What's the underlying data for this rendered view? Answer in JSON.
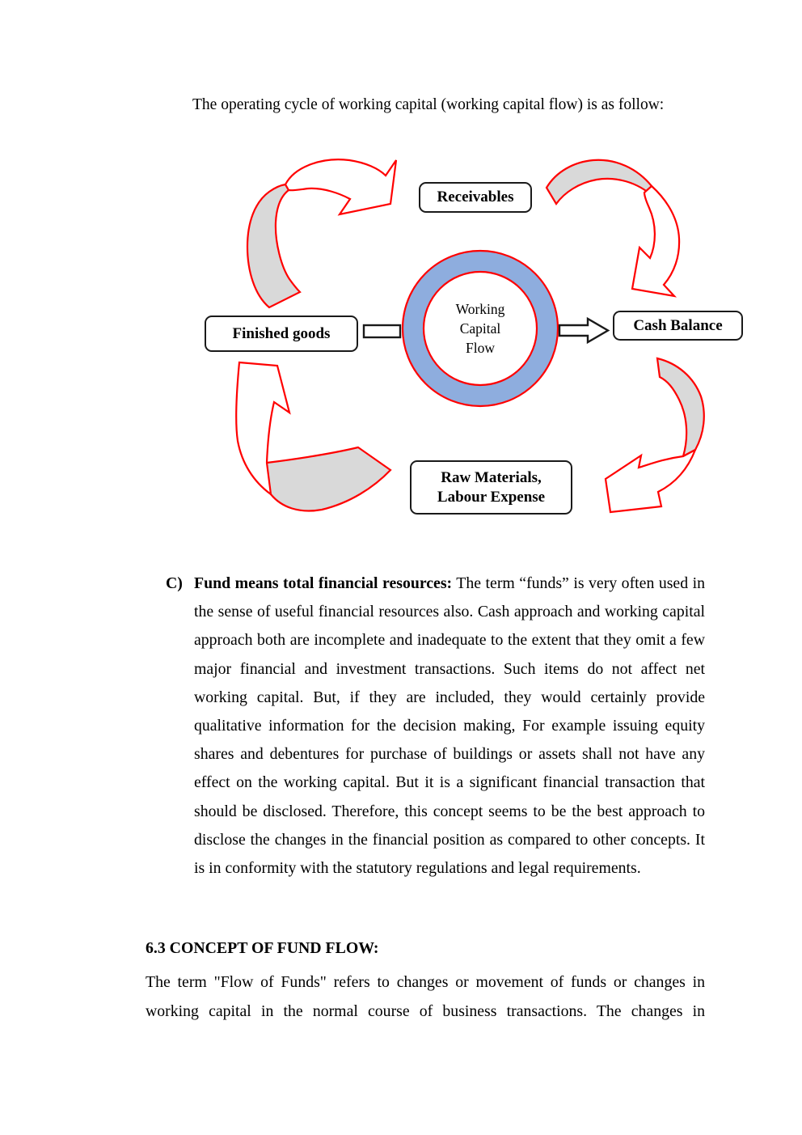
{
  "document": {
    "intro_line": "The operating cycle of working capital (working capital flow) is as follow:",
    "section_c": {
      "marker": "C)",
      "lead": "Fund means total financial resources:",
      "body": " The term “funds” is very often used in the sense of useful financial resources also. Cash approach and working capital approach both are incomplete and inadequate to the extent that they omit a few major financial and investment transactions. Such items do not affect net working capital. But, if they are included, they would certainly provide qualitative information for the decision making, For example issuing equity shares and debentures for purchase of buildings or assets shall not have any effect on the working capital. But it is a significant financial transaction that should be disclosed. Therefore, this concept seems to be the best approach to disclose the changes in the financial position as compared to other concepts. It is in conformity with the statutory regulations and legal requirements."
    },
    "section_63": {
      "heading": "6.3 CONCEPT OF FUND FLOW:",
      "body": "The term \"Flow of Funds\" refers to changes or movement of funds or changes in working capital in the normal course of business transactions. The changes in"
    }
  },
  "diagram": {
    "center_label": {
      "line1": "Working",
      "line2": "Capital",
      "line3": "Flow"
    },
    "boxes": {
      "receivables": "Receivables",
      "cash_balance": "Cash Balance",
      "finished_goods": "Finished goods",
      "raw_materials": {
        "line1": "Raw Materials,",
        "line2": "Labour Expense"
      }
    },
    "colors": {
      "ring_blue": "#8EADDE",
      "arrow_red": "#FF0000",
      "arrow_gray": "#D9D9D9",
      "box_border": "#1A1A1A"
    }
  }
}
